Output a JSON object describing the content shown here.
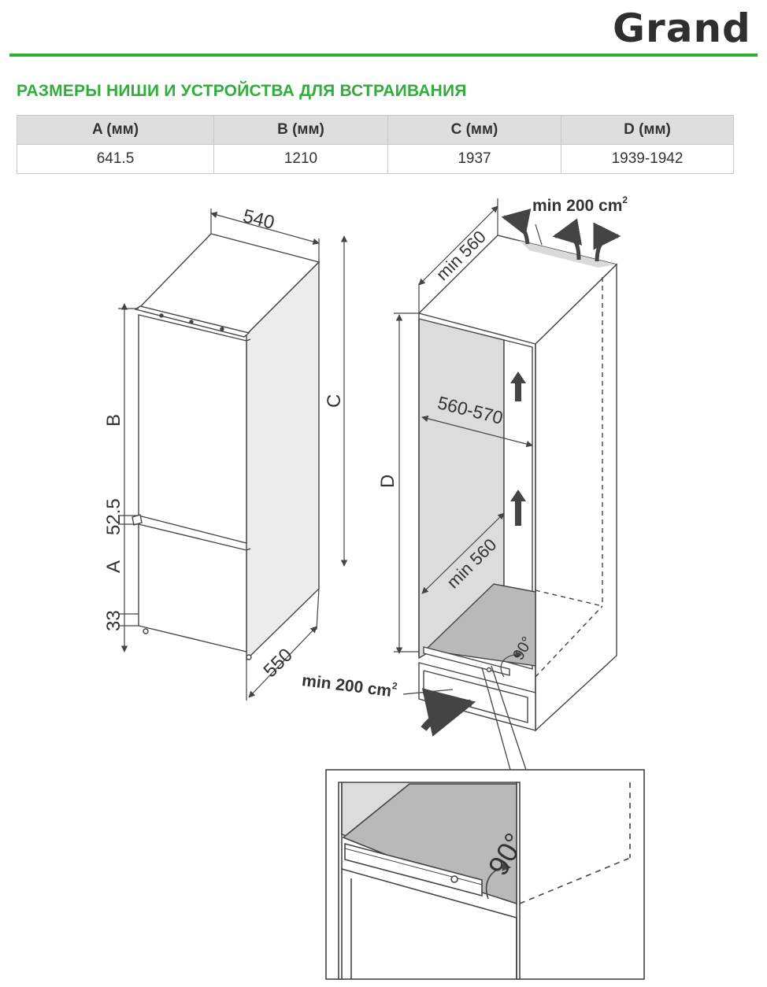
{
  "logo": {
    "text": "Grand"
  },
  "accent_color": "#2fae3a",
  "heading": "РАЗМЕРЫ НИШИ И УСТРОЙСТВА ДЛЯ ВСТРАИВАНИЯ",
  "table": {
    "headers": [
      "A (мм)",
      "B (мм)",
      "C (мм)",
      "D (мм)"
    ],
    "values": [
      "641.5",
      "1210",
      "1937",
      "1939-1942"
    ]
  },
  "fridge_labels": {
    "width": "540",
    "depth": "550",
    "height": "C",
    "upper_door": "B",
    "gap": "52.5",
    "lower_door": "A",
    "base": "33"
  },
  "niche_labels": {
    "top_depth": "min 560",
    "vent_top": "min 200 cm",
    "vent_top_sup": "2",
    "height": "D",
    "inner_width": "560-570",
    "inner_depth": "min 560",
    "angle": "90°",
    "vent_bottom": "min 200 cm",
    "vent_bottom_sup": "2"
  },
  "detail_labels": {
    "angle": "90°"
  }
}
